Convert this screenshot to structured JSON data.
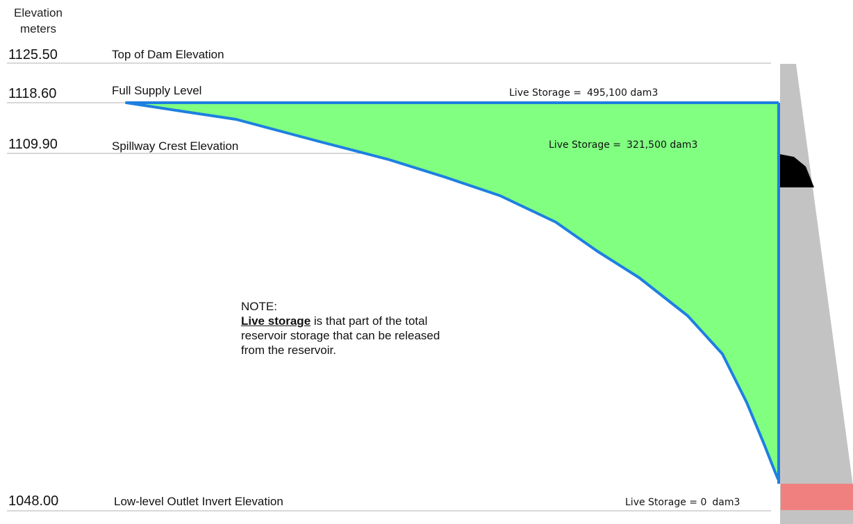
{
  "header": {
    "elevation_label_line1": "Elevation",
    "elevation_label_line2": "meters"
  },
  "levels": [
    {
      "elevation": "1125.50",
      "label": "Top of Dam Elevation"
    },
    {
      "elevation": "1118.60",
      "label": "Full Supply Level"
    },
    {
      "elevation": "1109.90",
      "label": "Spillway Crest Elevation"
    },
    {
      "elevation": "1048.00",
      "label": "Low-level Outlet Invert Elevation"
    }
  ],
  "live_storage": [
    {
      "label": "Live Storage =",
      "value": "495,100 dam3"
    },
    {
      "label": "Live Storage =",
      "value": "321,500 dam3"
    },
    {
      "label": "Live Storage = 0",
      "value": "dam3"
    }
  ],
  "note": {
    "title": "NOTE:",
    "term": "Live storage",
    "text": " is that part of the total reservoir storage that can be released from the reservoir."
  },
  "colors": {
    "reservoir_fill": "#80ff80",
    "reservoir_outline": "#1e7fe0",
    "dam_body": "#c3c3c3",
    "spillway_gate": "#000000",
    "outlet": "#f08080",
    "guide_lines": "#b0b0b0"
  }
}
